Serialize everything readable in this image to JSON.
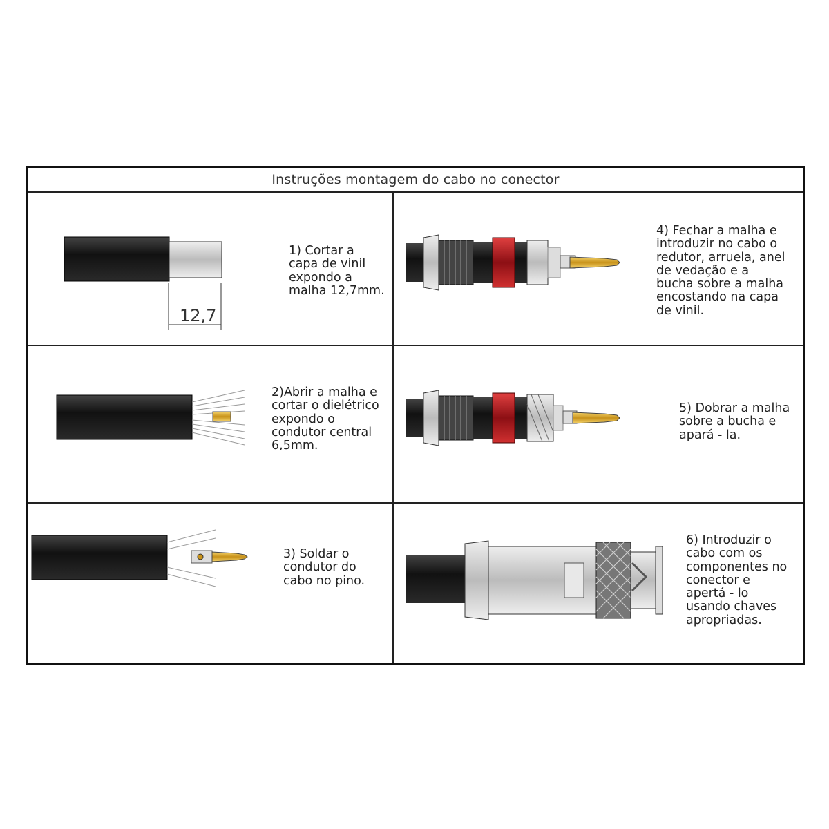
{
  "title": "Instruções montagem do cabo no conector",
  "dimension_label": "12,7",
  "steps": [
    {
      "lines": [
        "1) Cortar a",
        "capa de vinil",
        "expondo a",
        "malha 12,7mm."
      ]
    },
    {
      "lines": [
        "2)Abrir a malha e",
        "cortar o dielétrico",
        "expondo o",
        "condutor central",
        "6,5mm."
      ]
    },
    {
      "lines": [
        "3) Soldar o",
        "condutor do",
        "cabo no pino."
      ]
    },
    {
      "lines": [
        "4) Fechar a malha e",
        "introduzir no cabo o",
        "redutor, arruela, anel",
        "de vedação e a",
        "bucha sobre a malha",
        "encostando na capa",
        "de vinil."
      ]
    },
    {
      "lines": [
        "5) Dobrar a malha",
        "sobre a bucha e",
        "apará - la."
      ]
    },
    {
      "lines": [
        "6) Introduzir o",
        "cabo com os",
        "componentes no",
        "conector e",
        "apertá - lo",
        "usando chaves",
        "apropriadas."
      ]
    }
  ],
  "colors": {
    "cable": "#1c1c1e",
    "pin": "#d4a017",
    "seal": "#b0141a",
    "metal": "#c8c8c8"
  }
}
